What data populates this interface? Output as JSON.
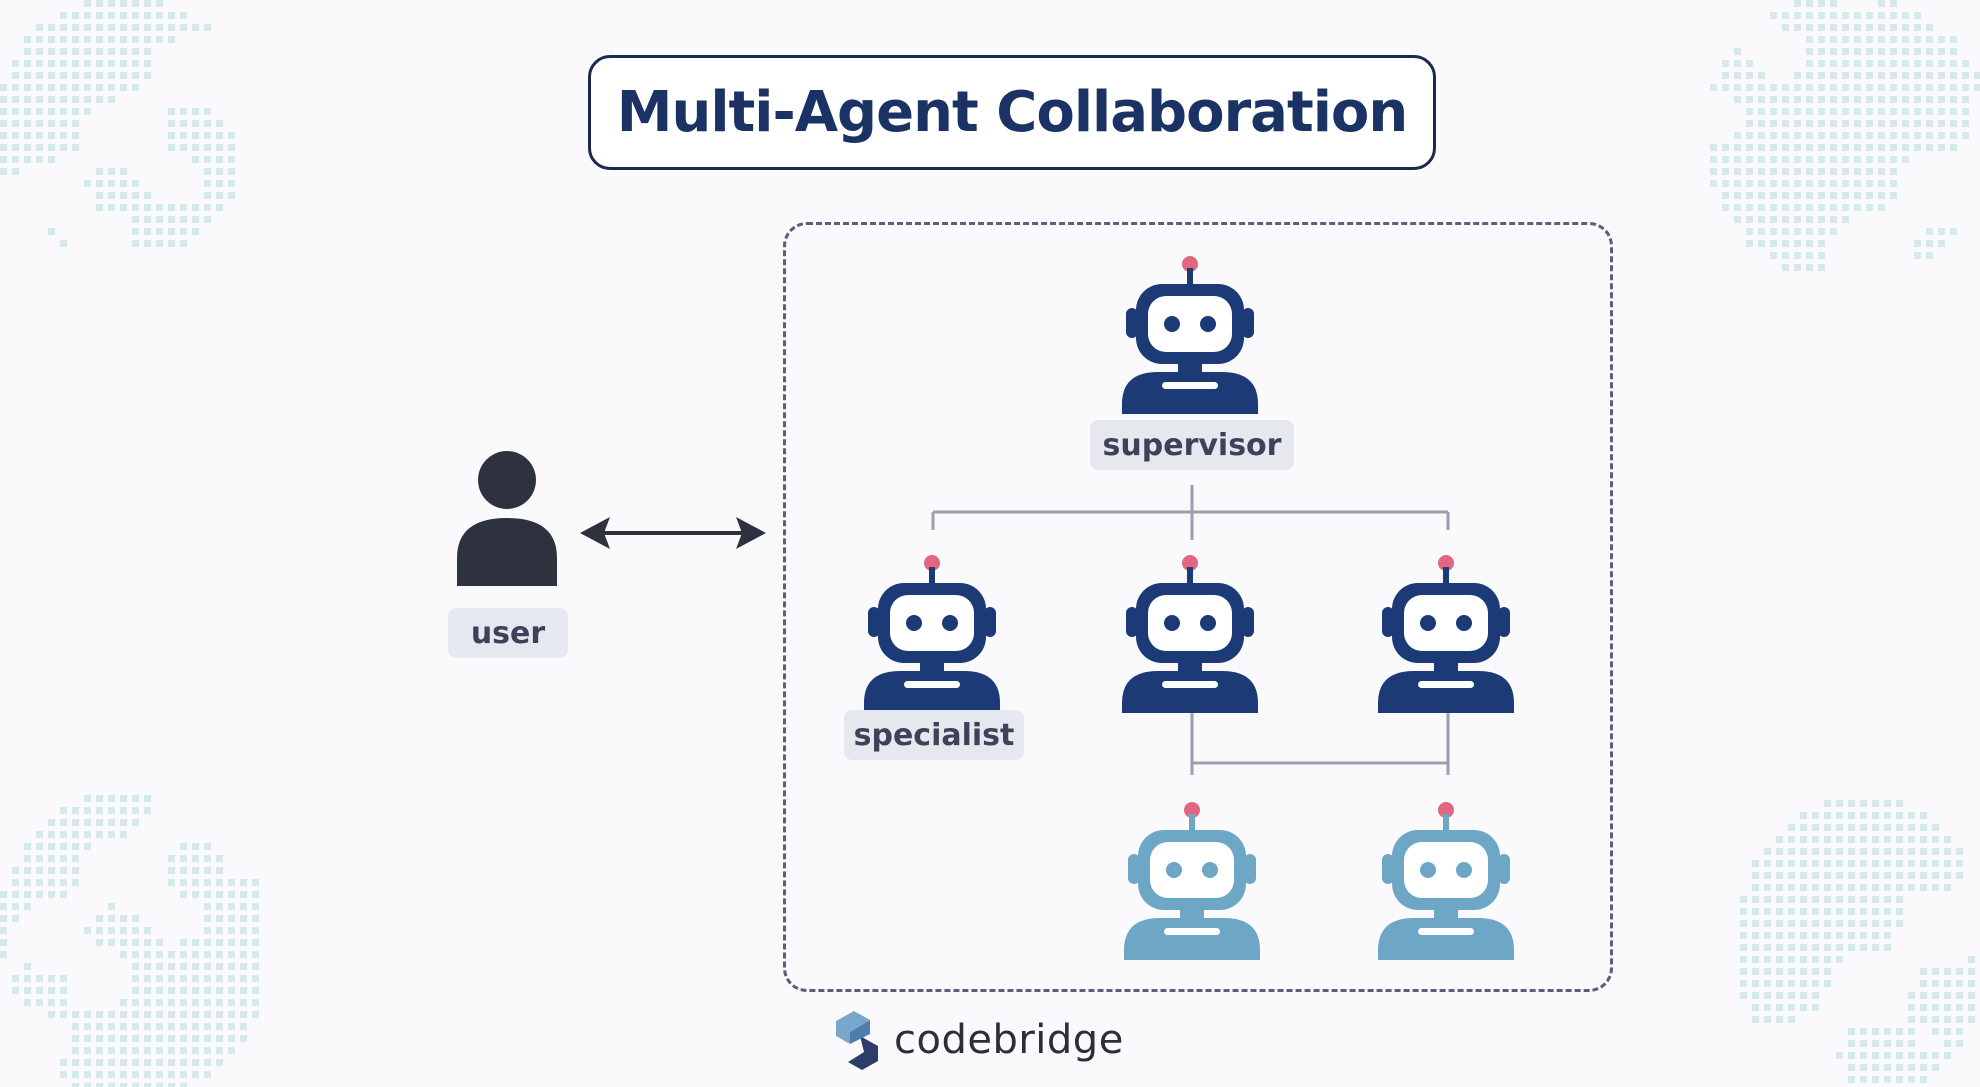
{
  "title": "Multi-Agent Collaboration",
  "labels": {
    "user": "user",
    "supervisor": "supervisor",
    "specialist": "specialist"
  },
  "logo": {
    "text": "codebridge"
  },
  "colors": {
    "robot_primary": "#1b3a76",
    "robot_secondary": "#6ea7c6",
    "antenna_tip": "#e0677f",
    "user_icon": "#2e323e",
    "connector": "#9aa0b4",
    "title_text": "#1b3264"
  },
  "icons": {
    "user": "person-icon",
    "agent": "robot-icon",
    "link": "double-arrow-icon",
    "brand": "codebridge-logo-icon"
  }
}
